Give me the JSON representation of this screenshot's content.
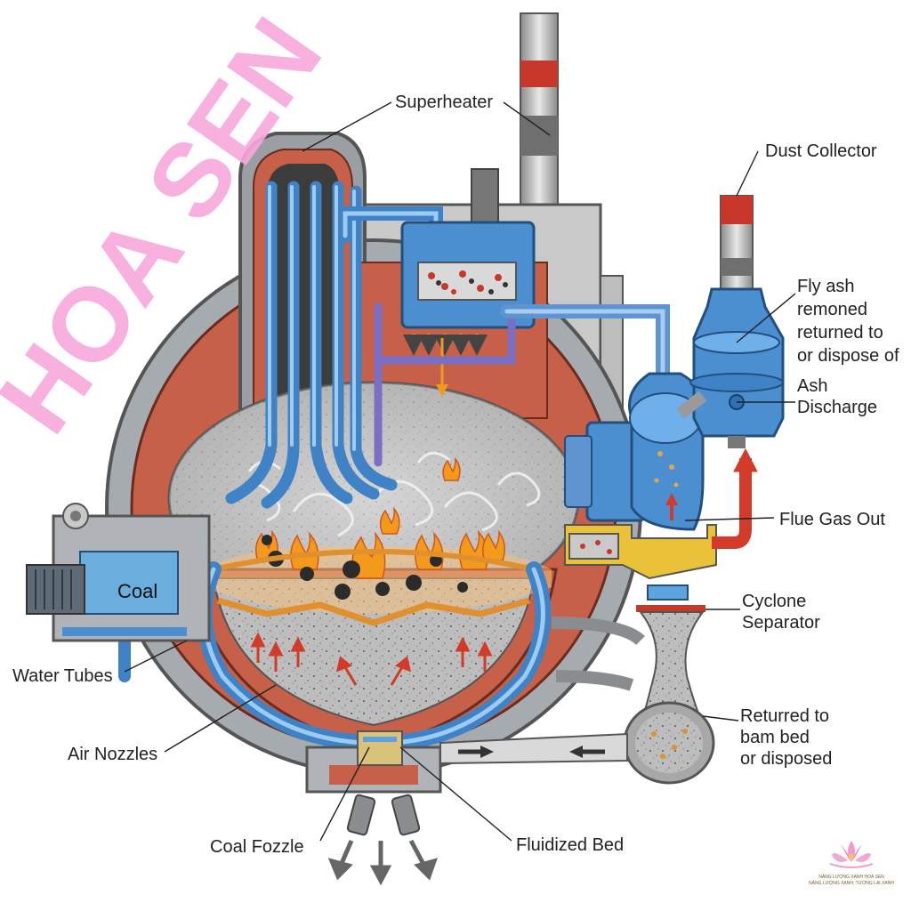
{
  "labels": {
    "superheater": "Superheater",
    "dust_collector": "Dust Collector",
    "fly_ash": [
      "Fly ash",
      "remoned",
      "returned to",
      "or dispose of"
    ],
    "ash_discharge": [
      "Ash",
      "Discharge"
    ],
    "flue_gas_out": "Flue Gas Out",
    "cyclone_separator": [
      "Cyclone",
      "Separator"
    ],
    "returned": [
      "Returred to",
      "bam bed",
      "or disposed"
    ],
    "coal": "Coal",
    "water_tubes": "Water Tubes",
    "air_nozzles": "Air Nozzles",
    "coal_fozzle": "Coal Fozzle",
    "fluidized_bed": "Fluidized Bed"
  },
  "watermark": "HOA SEN",
  "logo": {
    "name": "NĂNG LƯỢNG XANH HOA SEN",
    "tagline": "NĂNG LƯỢNG XANH, TƯƠNG LAI XANH"
  },
  "colors": {
    "watermark": "#f8a8dc",
    "refractory": "#c8604a",
    "water_tube": "#4b8fd0",
    "flue_pipe": "#d23a2a",
    "shell": "#9aa0a6",
    "bed": "#b8b8b8",
    "flame": "#f39a1c"
  }
}
